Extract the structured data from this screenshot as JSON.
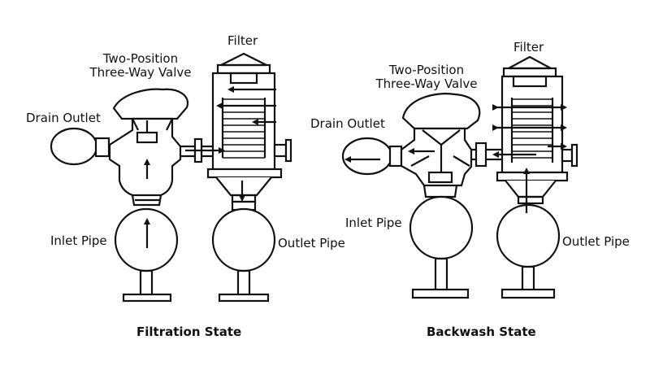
{
  "left": {
    "valve_label": "Two-Position\nThree-Way Valve",
    "filter_label": "Filter",
    "drain_label": "Drain Outlet",
    "inlet_label": "Inlet Pipe",
    "outlet_label": "Outlet Pipe",
    "caption": "Filtration State"
  },
  "right": {
    "valve_label": "Two-Position\nThree-Way Valve",
    "filter_label": "Filter",
    "drain_label": "Drain Outlet",
    "inlet_label": "Inlet Pipe",
    "outlet_label": "Outlet Pipe",
    "caption": "Backwash State"
  },
  "colors": {
    "line": "#111111",
    "background": "#ffffff"
  }
}
